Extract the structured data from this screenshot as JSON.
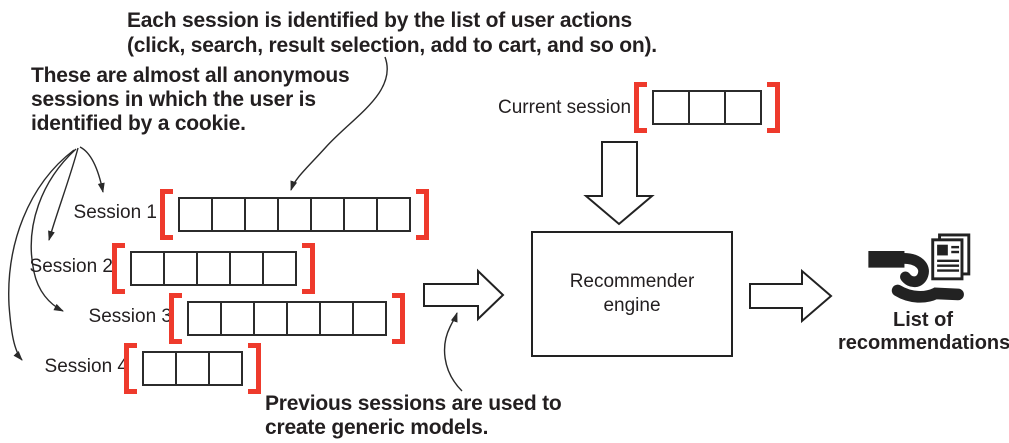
{
  "colors": {
    "bracket_red": "#ee3a2c",
    "ink": "#231f20",
    "line": "#2a2a2a"
  },
  "annotations": {
    "each_session": {
      "line1": "Each session is identified by the list of user actions",
      "line2": "(click, search, result selection, add to cart, and so on)."
    },
    "anonymous": {
      "line1": "These are almost all anonymous",
      "line2": "sessions in which the user is",
      "line3": "identified by a cookie."
    },
    "previous": {
      "line1": "Previous sessions are used to",
      "line2": "create generic models."
    }
  },
  "current_session": {
    "label": "Current session",
    "cells": 3
  },
  "sessions": [
    {
      "label": "Session 1",
      "cells": 7
    },
    {
      "label": "Session 2",
      "cells": 5
    },
    {
      "label": "Session 3",
      "cells": 6
    },
    {
      "label": "Session 4",
      "cells": 3
    }
  ],
  "engine": {
    "line1": "Recommender",
    "line2": "engine"
  },
  "output": {
    "icon": "hand-holding-documents-icon",
    "line1": "List of",
    "line2": "recommendations"
  }
}
